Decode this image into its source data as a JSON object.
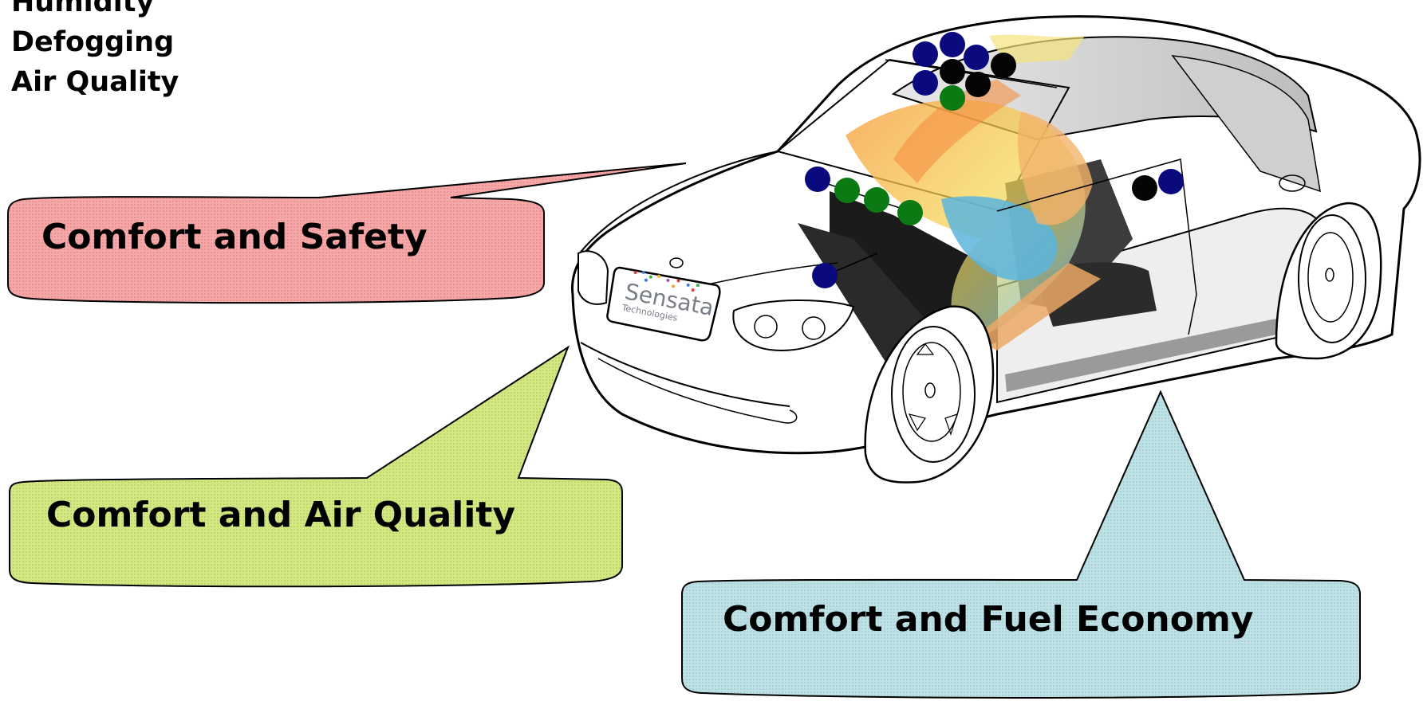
{
  "feature_list": [
    "Humidity",
    "Defogging",
    "Air Quality"
  ],
  "callouts": {
    "safety": {
      "label": "Comfort and Safety",
      "color": "#f4a0a0"
    },
    "air_quality": {
      "label": "Comfort and Air Quality",
      "color": "#cfe47a"
    },
    "fuel_economy": {
      "label": "Comfort and Fuel Economy",
      "color": "#b8dee2"
    }
  },
  "logo": {
    "name": "Sensata",
    "sub": "Technologies"
  },
  "sensor_colors": {
    "blue": "#0a0a7e",
    "black": "#050505",
    "green": "#0b7a12"
  }
}
